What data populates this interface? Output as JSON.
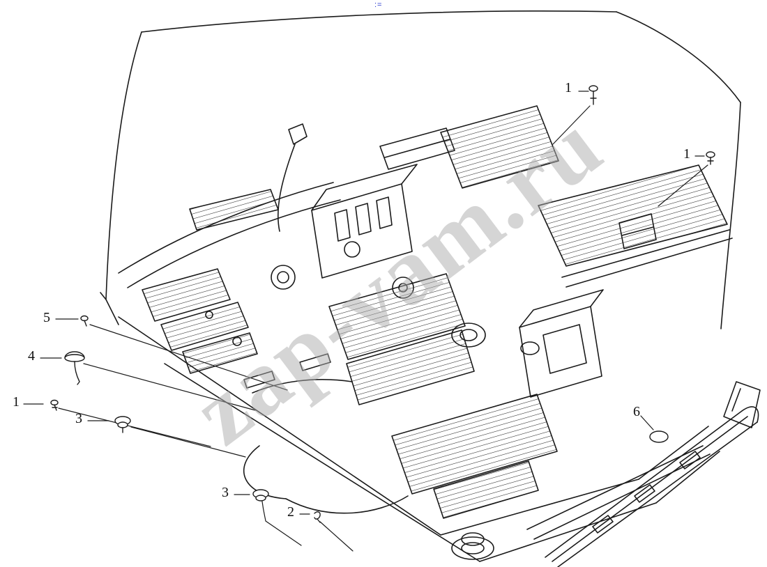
{
  "page": {
    "background": "#ffffff"
  },
  "top_mark": {
    "text": ":=",
    "color": "#2233cc"
  },
  "watermark": {
    "text": "zap-vam.ru",
    "color": "#acacac"
  },
  "diagram": {
    "stroke": "#1a1a1a",
    "subject": "vehicle floor panel exploded line drawing with fastener callouts"
  },
  "callouts": [
    {
      "label": "1",
      "position": "top-right",
      "fastener": "push-pin-plug"
    },
    {
      "label": "1",
      "position": "right",
      "fastener": "push-pin-plug"
    },
    {
      "label": "5",
      "position": "left-upper",
      "fastener": "small-pin"
    },
    {
      "label": "4",
      "position": "left",
      "fastener": "dome-plug"
    },
    {
      "label": "1",
      "position": "left-lower",
      "fastener": "push-pin-plug"
    },
    {
      "label": "3",
      "position": "left-bottom",
      "fastener": "grommet"
    },
    {
      "label": "3",
      "position": "bottom-center",
      "fastener": "grommet"
    },
    {
      "label": "2",
      "position": "bottom-center-right",
      "fastener": "clip"
    },
    {
      "label": "6",
      "position": "right-lower",
      "fastener": "oval-pad"
    }
  ]
}
